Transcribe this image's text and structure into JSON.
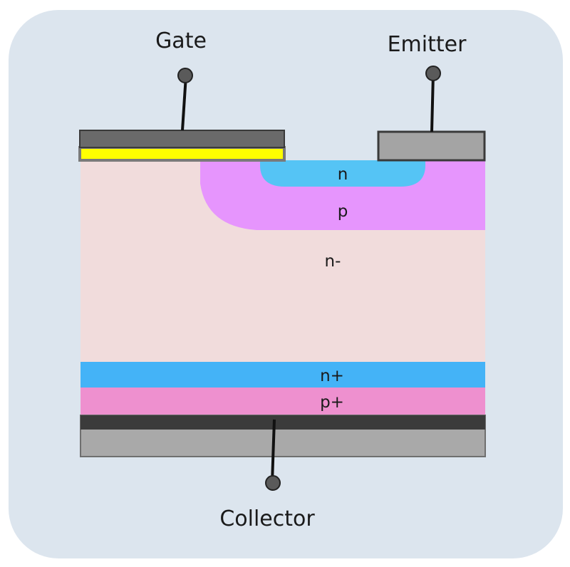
{
  "terminals": {
    "gate": "Gate",
    "emitter": "Emitter",
    "collector": "Collector"
  },
  "regions": {
    "n_emitter": "n",
    "p_body": "p",
    "n_drift": "n-",
    "n_plus_buffer": "n+",
    "p_plus_collector": "p+"
  },
  "colors": {
    "background_panel": "#dce5ee",
    "drift_region": "#f1dcdc",
    "p_body": "#e695fd",
    "n_emitter": "#55c4f5",
    "n_plus_buffer": "#44b3f7",
    "p_plus_collector": "#ee90cf",
    "gate_metal": "#6a6a6a",
    "gate_oxide": "#ffff00",
    "emitter_metal": "#a4a4a4",
    "collector_metal_top": "#3b3b3b",
    "collector_metal": "#a9a9a9",
    "lead": "#111111",
    "terminal_dot": "#5a5a5a"
  }
}
